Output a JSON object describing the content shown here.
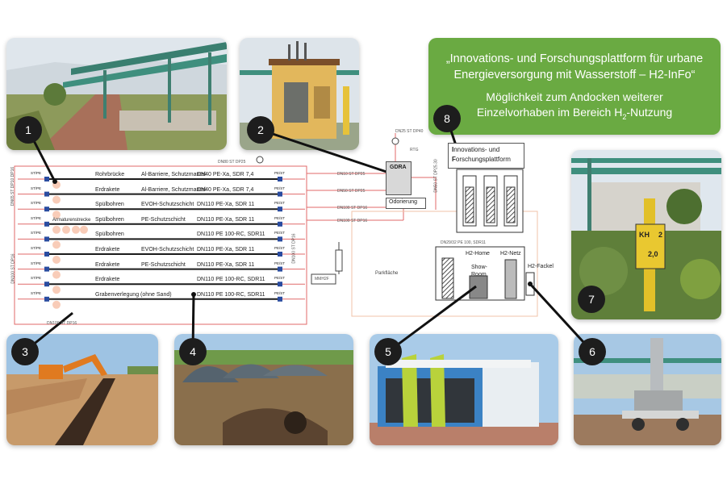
{
  "banner": {
    "title": "„Innovations- und Forschungsplattform für urbane Energieversorgung mit Wasserstoff – H2-InFo“",
    "subtitle_part1": "Möglichkeit zum Andocken weiterer",
    "subtitle_part2": "Einzelvorhaben im Bereich H",
    "subtitle_sub": "2",
    "subtitle_part3": "-Nutzung"
  },
  "badges": [
    "1",
    "2",
    "3",
    "4",
    "5",
    "6",
    "7",
    "8"
  ],
  "pipelines": [
    {
      "method": "Rohrbrücke",
      "layer": "Al-Barriere, Schutzmantel",
      "spec": "DN40 PE-Xa, SDR 7,4"
    },
    {
      "method": "Erdrakete",
      "layer": "Al-Barriere, Schutzmantel",
      "spec": "DN40 PE-Xa, SDR 7,4"
    },
    {
      "method": "Spülbohren",
      "layer": "EVOH-Schutzschicht",
      "spec": "DN110 PE-Xa, SDR 11"
    },
    {
      "method": "Spülbohren",
      "layer": "PE-Schutzschicht",
      "spec": "DN110 PE-Xa, SDR 11"
    },
    {
      "method": "Spülbohren",
      "layer": "",
      "spec": "DN110 PE 100-RC, SDR11"
    },
    {
      "method": "Erdrakete",
      "layer": "EVOH-Schutzschicht",
      "spec": "DN110 PE-Xa, SDR 11"
    },
    {
      "method": "Erdrakete",
      "layer": "PE-Schutzschicht",
      "spec": "DN110 PE-Xa, SDR 11"
    },
    {
      "method": "Erdrakete",
      "layer": "",
      "spec": "DN110 PE 100-RC, SDR11"
    },
    {
      "method": "Grabenverlegung (ohne Sand)",
      "layer": "",
      "spec": "DN110 PE 100-RC, SDR11"
    }
  ],
  "labels": {
    "armaturenstrecke": "Armaturenstrecke",
    "gdra": "GDRA",
    "odorierung": "Odorierung",
    "platform_b1": "I",
    "platform_r1": "nnovations- und",
    "platform_b2": "F",
    "platform_r2": "orschungsplattform",
    "h2_home": "H2-Home",
    "h2_netz": "H2-Netz",
    "show_room": "Show-\nRoom",
    "h2_fackel": "H2-Fackel",
    "parkflaeche": "Parkfläche",
    "mmh2f": "MMH2F",
    "rtg": "RTG",
    "stpe": "ST/PE",
    "pest": "PE/ST",
    "dn25": "DN25 ST DP40",
    "dn80": "DN80 ST DP25",
    "dn10": "DN10 ST DP25",
    "dn50": "DN50 ST DP25",
    "dn100a": "DN100 ST DP16",
    "dn100b": "DN100 ST DP16",
    "dn29": "DN29/32 PE 100, SDR11",
    "dn100c": "DN100 ST DP16",
    "left_vert1": "DN65 ST DP10 DP16",
    "left_vert2": "DN100 ST DP16",
    "right_vert": "DN100 ST DP16",
    "plat_vert": "DN50 ST DP25.30"
  },
  "sign": {
    "kh": "KH",
    "num": "2",
    "val": "2,0"
  },
  "colors": {
    "green": "#6aaa42",
    "pipe_red": "#e06a6a",
    "peach": "#f5b79a"
  }
}
